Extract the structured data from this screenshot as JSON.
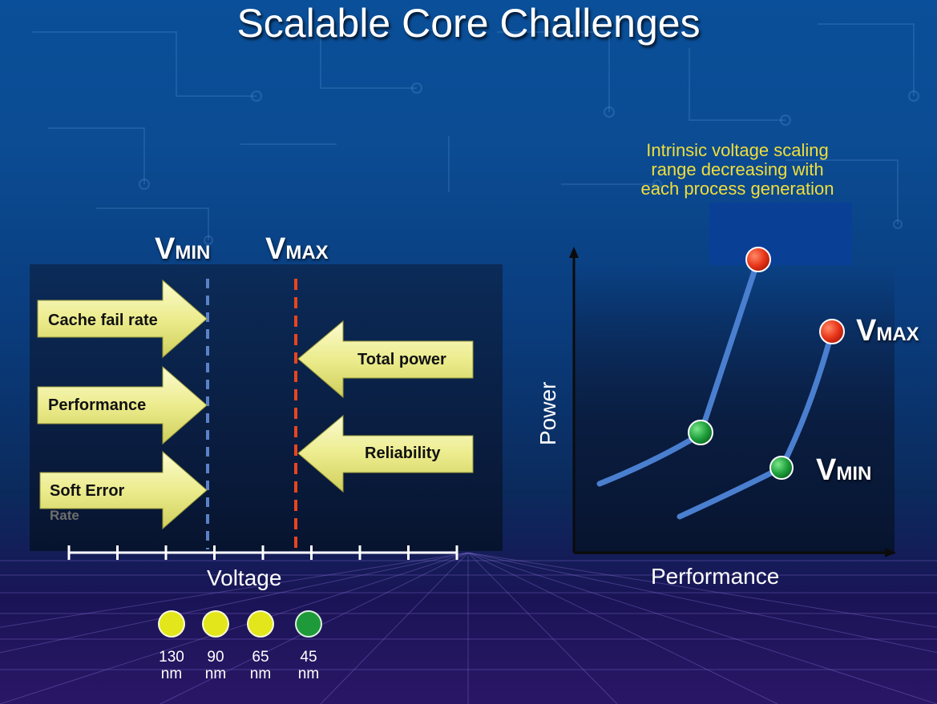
{
  "slide": {
    "title": "Scalable Core Challenges",
    "note_lines": [
      "Intrinsic voltage scaling",
      "range decreasing with",
      "each process generation"
    ]
  },
  "left_diagram": {
    "vmin": {
      "main": "V",
      "sub": "MIN"
    },
    "vmax": {
      "main": "V",
      "sub": "MAX"
    },
    "right_arrows": [
      "Cache fail rate",
      "Performance",
      "Soft Error"
    ],
    "soft_error_second_line": "Rate",
    "left_arrows": [
      "Total power",
      "Reliability"
    ],
    "x_axis_label": "Voltage",
    "tick_count": 9,
    "vmin_line_color": "#5b82c8",
    "vmax_line_color": "#e8451f"
  },
  "legend": {
    "items": [
      {
        "line1": "130",
        "line2": "nm",
        "color": "#e3e61a"
      },
      {
        "line1": "90",
        "line2": "nm",
        "color": "#e3e61a"
      },
      {
        "line1": "65",
        "line2": "nm",
        "color": "#e3e61a"
      },
      {
        "line1": "45",
        "line2": "nm",
        "color": "#1f9a3a"
      }
    ]
  },
  "right_diagram": {
    "y_axis_label": "Power",
    "x_axis_label": "Performance",
    "vmax": {
      "main": "V",
      "sub": "MAX"
    },
    "vmin": {
      "main": "V",
      "sub": "MIN"
    },
    "curve_color": "#4a7fd0",
    "max_marker_color": "#e8351a",
    "min_marker_color": "#1fa03c",
    "range_box_color": "#0a3f96"
  }
}
